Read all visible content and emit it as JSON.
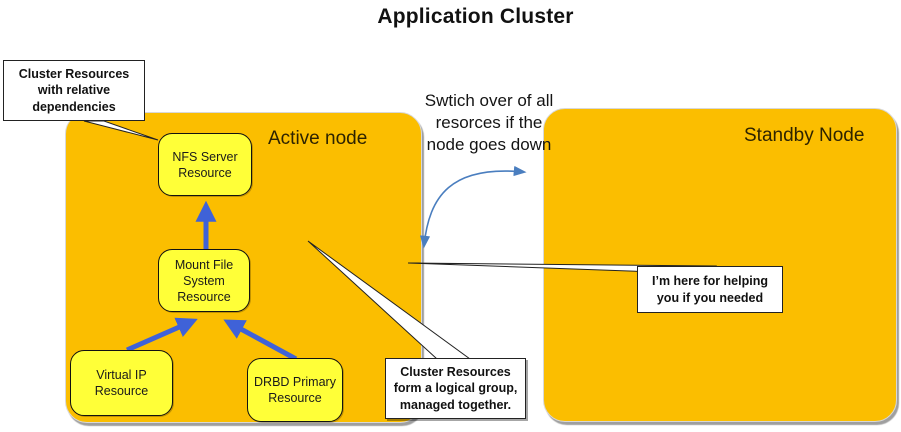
{
  "title": "Application Cluster",
  "colors": {
    "node_fill": "#FBBE00",
    "resource_fill": "#FFFF38",
    "arrow_blue": "#3F62D8",
    "arc_blue": "#4A7EBF",
    "node_text": "#2D2300"
  },
  "nodes": {
    "active": {
      "label": "Active node"
    },
    "standby": {
      "label": "Standby Node"
    }
  },
  "resources": {
    "nfs": {
      "label": "NFS Server\nResource"
    },
    "mount": {
      "label": "Mount File\nSystem\nResource"
    },
    "vip": {
      "label": "Virtual IP\nResource"
    },
    "drbd": {
      "label": "DRBD Primary\nResource"
    }
  },
  "callouts": {
    "dependencies": {
      "text": "Cluster Resources\nwith relative\ndependencies"
    },
    "logical_group": {
      "text": "Cluster Resources\nform a logical group,\nmanaged together."
    },
    "helper": {
      "text": "I’m here for helping\nyou if you needed"
    }
  },
  "annotations": {
    "failover": {
      "text": "Swtich over of all\nresorces if the\nnode goes down"
    }
  }
}
